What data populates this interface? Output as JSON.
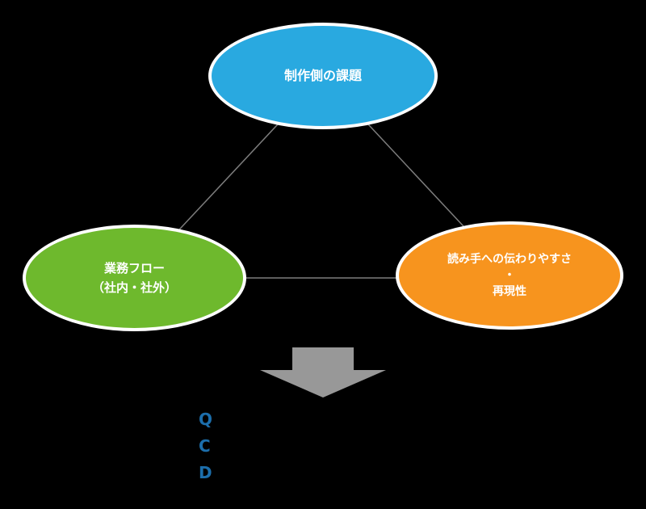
{
  "diagram": {
    "top_node": {
      "label": "制作側の課題"
    },
    "left_node": {
      "line1": "業務フロー",
      "line2": "（社内・社外）"
    },
    "right_node": {
      "line1": "読み手への伝わりやすさ",
      "line2": "・",
      "line3": "再現性"
    },
    "qcd": {
      "q": "Q",
      "c": "C",
      "d": "D"
    },
    "colors": {
      "background": "#000000",
      "top": "#29a9e0",
      "left": "#6eb92d",
      "right": "#f7941e",
      "connector": "#7d7d7d",
      "arrow": "#989898",
      "qcd_text": "#1c6eab"
    }
  }
}
